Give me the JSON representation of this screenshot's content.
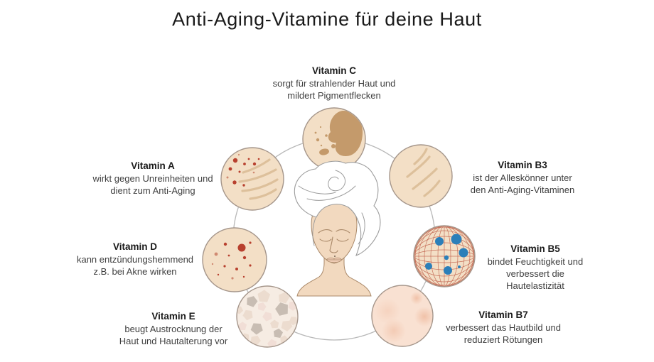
{
  "title": "Anti-Aging-Vitamine für deine Haut",
  "vitamins": [
    {
      "name": "Vitamin C",
      "desc": [
        "sorgt für strahlender Haut und",
        "mildert Pigmentflecken"
      ]
    },
    {
      "name": "Vitamin A",
      "desc": [
        "wirkt gegen Unreinheiten und",
        "dient zum Anti-Aging"
      ]
    },
    {
      "name": "Vitamin B3",
      "desc": [
        "ist der Alleskönner unter",
        "den Anti-Aging-Vitaminen"
      ]
    },
    {
      "name": "Vitamin D",
      "desc": [
        "kann entzündungshemmend",
        "z.B. bei Akne wirken"
      ]
    },
    {
      "name": "Vitamin B5",
      "desc": [
        "bindet Feuchtigkeit und",
        "verbessert die",
        "Hautelastizität"
      ]
    },
    {
      "name": "Vitamin E",
      "desc": [
        "beugt Austrocknung der",
        "Haut und Hautalterung vor"
      ]
    },
    {
      "name": "Vitamin B7",
      "desc": [
        "verbessert das Hautbild und",
        "reduziert Rötungen"
      ]
    }
  ],
  "illustrations": {
    "vitamin_c": "pigment-spot-skin-icon",
    "vitamin_a": "impurities-and-wrinkles-skin-icon",
    "vitamin_b3": "wrinkles-skin-icon",
    "vitamin_d": "acne-spots-skin-icon",
    "vitamin_b5": "moisture-mesh-sphere-icon",
    "vitamin_e": "dry-flaky-skin-icon",
    "vitamin_b7": "redness-skin-icon",
    "center": "woman-with-hair-towel-illustration"
  },
  "colors": {
    "background": "#ffffff",
    "title_text": "#1a1a1a",
    "body_text": "#3f3f3f",
    "ring": "#b8b8b8",
    "skin": "#f3dfc6",
    "circle_stroke": "#a5968b",
    "pigment": "#c49a6b",
    "dot_red": "#b8402e",
    "dot_red_light": "#d08a72",
    "wrinkle": "#ddc09b",
    "mesh": "#c05f4a",
    "dot_blue": "#2b7fb9",
    "flake_base": "#f6ece3",
    "flake_light": "#ecdccf",
    "flake_pink": "#f1ded6",
    "flake_gray": "#c8bdb3",
    "b7_base": "#f9e1d2",
    "blush": "#eaa886",
    "face_skin": "#f2d9bf",
    "face_line": "#a98868",
    "lips": "#efcbb4",
    "towel_line": "#9c9c9c"
  }
}
